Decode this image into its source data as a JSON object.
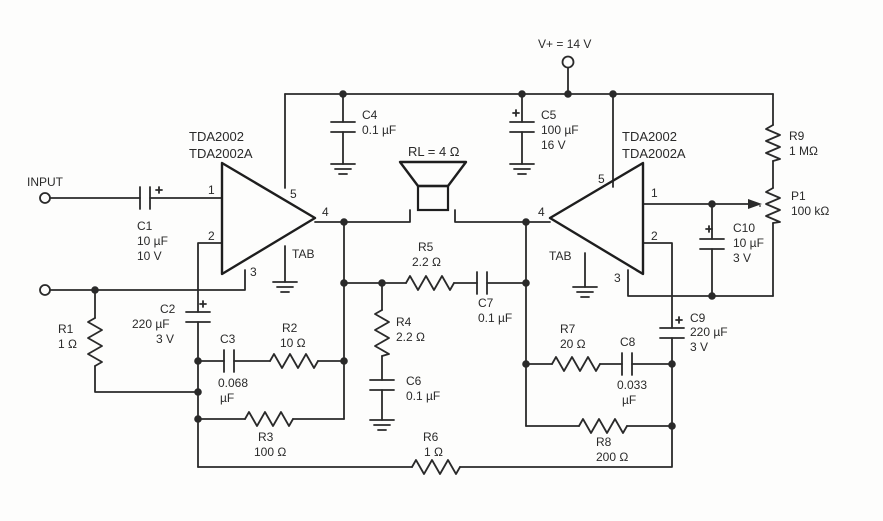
{
  "supply": "V+ = 14 V",
  "input": "INPUT",
  "amp_left": {
    "line1": "TDA2002",
    "line2": "TDA2002A",
    "tab": "TAB",
    "pins": [
      "1",
      "2",
      "3",
      "4",
      "5"
    ]
  },
  "amp_right": {
    "line1": "TDA2002",
    "line2": "TDA2002A",
    "tab": "TAB",
    "pins": [
      "1",
      "2",
      "3",
      "4",
      "5"
    ]
  },
  "load": "RL = 4 Ω",
  "parts": {
    "C1": {
      "name": "C1",
      "v1": "10 µF",
      "v2": "10 V"
    },
    "C2": {
      "name": "C2",
      "v1": "220 µF",
      "v2": "3 V"
    },
    "C3": {
      "name": "C3",
      "v1": "0.068",
      "v2": "µF"
    },
    "C4": {
      "name": "C4",
      "v1": "0.1 µF"
    },
    "C5": {
      "name": "C5",
      "v1": "100 µF",
      "v2": "16 V"
    },
    "C6": {
      "name": "C6",
      "v1": "0.1 µF"
    },
    "C7": {
      "name": "C7",
      "v1": "0.1 µF"
    },
    "C8": {
      "name": "C8",
      "v1": "0.033",
      "v2": "µF"
    },
    "C9": {
      "name": "C9",
      "v1": "220 µF",
      "v2": "3 V"
    },
    "C10": {
      "name": "C10",
      "v1": "10 µF",
      "v2": "3 V"
    },
    "R1": {
      "name": "R1",
      "v1": "1 Ω"
    },
    "R2": {
      "name": "R2",
      "v1": "10 Ω"
    },
    "R3": {
      "name": "R3",
      "v1": "100 Ω"
    },
    "R4": {
      "name": "R4",
      "v1": "2.2 Ω"
    },
    "R5": {
      "name": "R5",
      "v1": "2.2 Ω"
    },
    "R6": {
      "name": "R6",
      "v1": "1 Ω"
    },
    "R7": {
      "name": "R7",
      "v1": "20 Ω"
    },
    "R8": {
      "name": "R8",
      "v1": "200 Ω"
    },
    "R9": {
      "name": "R9",
      "v1": "1 MΩ"
    },
    "P1": {
      "name": "P1",
      "v1": "100 kΩ"
    }
  }
}
